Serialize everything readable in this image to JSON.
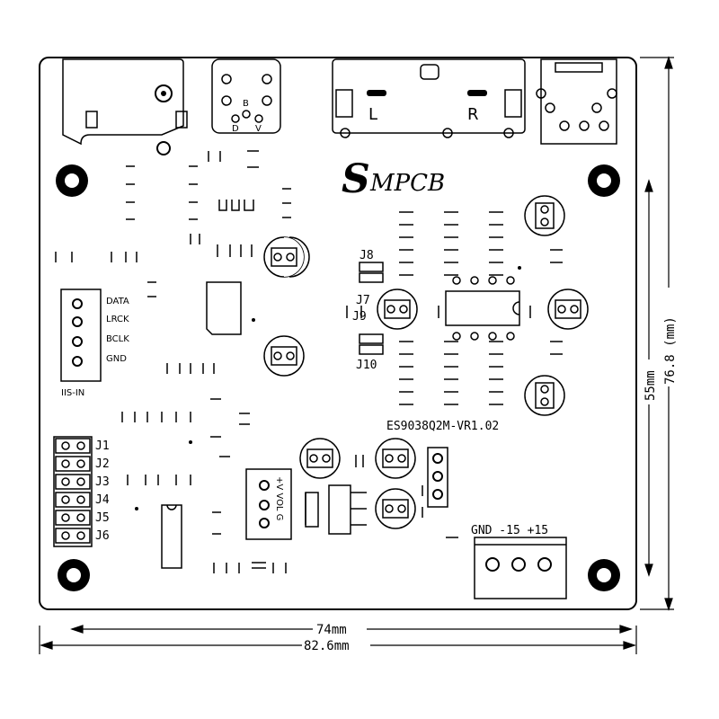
{
  "board": {
    "logo_initial": "S",
    "logo_rest": "MPCB",
    "model_label": "ES9038Q2M-VR1.02"
  },
  "connectors": {
    "iis_title": "IIS-IN",
    "iis_pins": [
      "DATA",
      "LRCK",
      "BCLK",
      "GND"
    ],
    "jumpers": [
      "J1",
      "J2",
      "J3",
      "J4",
      "J5",
      "J6"
    ],
    "jumper_small": [
      "J8",
      "J7",
      "J9",
      "J10"
    ],
    "power_label": "GND -15 +15",
    "vol_label": "+V VOL G",
    "audio_l": "L",
    "audio_r": "R",
    "mini_b": "B",
    "mini_d": "D",
    "mini_v": "V"
  },
  "dimensions": {
    "inner_width": "74mm",
    "outer_width": "82.6mm",
    "inner_height": "55mm",
    "outer_height": "76.8 (mm)"
  },
  "colors": {
    "ink": "#000000",
    "board": "#ffffff"
  }
}
